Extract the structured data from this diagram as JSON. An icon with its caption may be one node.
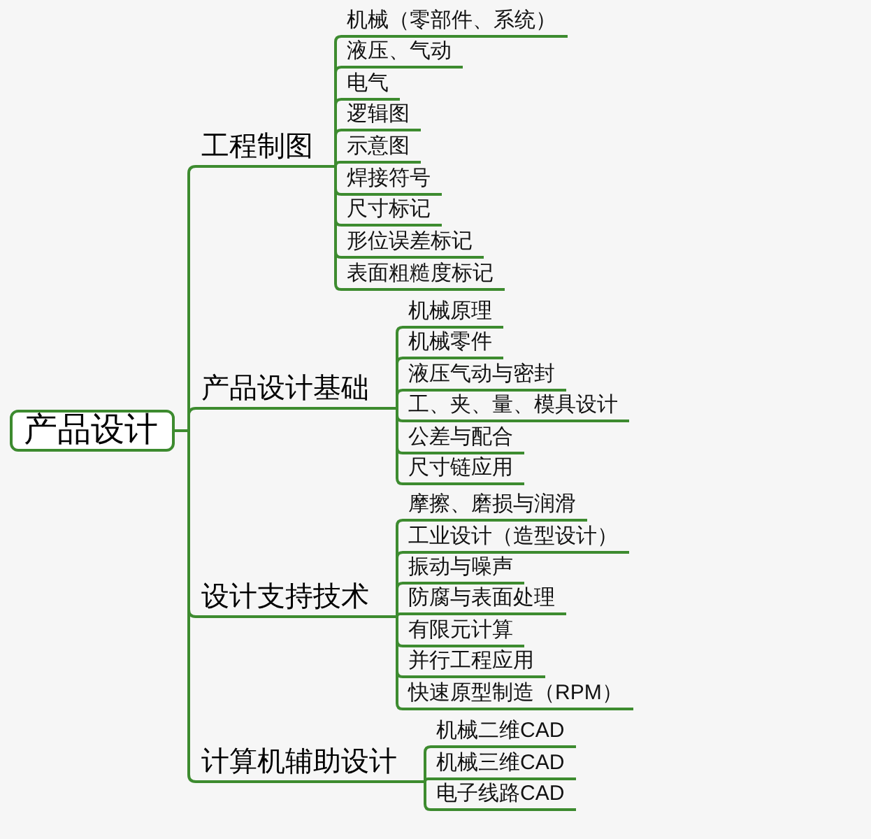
{
  "diagram": {
    "nodes": [
      {
        "text": [
          "产品设计"
        ]
      },
      {
        "text": [
          "工程制图"
        ]
      },
      {
        "text": [
          "机械（零部件、系统）"
        ]
      },
      {
        "text": [
          "液压、气动"
        ]
      },
      {
        "text": [
          "电气"
        ]
      },
      {
        "text": [
          "逻辑图"
        ]
      },
      {
        "text": [
          "示意图"
        ]
      },
      {
        "text": [
          "焊接符号"
        ]
      },
      {
        "text": [
          "尺寸标记"
        ]
      },
      {
        "text": [
          "形位误差标记"
        ]
      },
      {
        "text": [
          "表面粗糙度标记"
        ]
      },
      {
        "text": [
          "产品设计基础"
        ]
      },
      {
        "text": [
          "机械原理"
        ]
      },
      {
        "text": [
          "机械零件"
        ]
      },
      {
        "text": [
          "液压气动与密封"
        ]
      },
      {
        "text": [
          "工、夹、量、模具设计"
        ]
      },
      {
        "text": [
          "公差与配合"
        ]
      },
      {
        "text": [
          "尺寸链应用"
        ]
      },
      {
        "text": [
          "设计支持技术"
        ]
      },
      {
        "text": [
          "摩擦、磨损与润滑"
        ]
      },
      {
        "text": [
          "工业设计（造型设计）"
        ]
      },
      {
        "text": [
          "振动与噪声"
        ]
      },
      {
        "text": [
          "防腐与表面处理"
        ]
      },
      {
        "text": [
          "有限元计算"
        ]
      },
      {
        "text": [
          "并行工程应用"
        ]
      },
      {
        "text": [
          "快速原型制造（RPM）"
        ]
      },
      {
        "text": [
          "计算机辅助设计"
        ]
      },
      {
        "text": [
          "机械二维CAD"
        ]
      },
      {
        "text": [
          "机械三维CAD"
        ]
      },
      {
        "text": [
          "电子线路CAD"
        ]
      }
    ],
    "edges": [
      {
        "from": 0,
        "to": 1,
        "arrow": "none"
      },
      {
        "from": 1,
        "to": 2,
        "arrow": "none"
      },
      {
        "from": 1,
        "to": 3,
        "arrow": "none"
      },
      {
        "from": 1,
        "to": 4,
        "arrow": "none"
      },
      {
        "from": 1,
        "to": 5,
        "arrow": "none"
      },
      {
        "from": 1,
        "to": 6,
        "arrow": "none"
      },
      {
        "from": 1,
        "to": 7,
        "arrow": "none"
      },
      {
        "from": 1,
        "to": 8,
        "arrow": "none"
      },
      {
        "from": 1,
        "to": 9,
        "arrow": "none"
      },
      {
        "from": 1,
        "to": 10,
        "arrow": "none"
      },
      {
        "from": 0,
        "to": 11,
        "arrow": "none"
      },
      {
        "from": 11,
        "to": 12,
        "arrow": "none"
      },
      {
        "from": 11,
        "to": 13,
        "arrow": "none"
      },
      {
        "from": 11,
        "to": 14,
        "arrow": "none"
      },
      {
        "from": 11,
        "to": 15,
        "arrow": "none"
      },
      {
        "from": 11,
        "to": 16,
        "arrow": "none"
      },
      {
        "from": 11,
        "to": 17,
        "arrow": "none"
      },
      {
        "from": 0,
        "to": 18,
        "arrow": "none"
      },
      {
        "from": 18,
        "to": 19,
        "arrow": "none"
      },
      {
        "from": 18,
        "to": 20,
        "arrow": "none"
      },
      {
        "from": 18,
        "to": 21,
        "arrow": "none"
      },
      {
        "from": 18,
        "to": 22,
        "arrow": "none"
      },
      {
        "from": 18,
        "to": 23,
        "arrow": "none"
      },
      {
        "from": 18,
        "to": 24,
        "arrow": "none"
      },
      {
        "from": 18,
        "to": 25,
        "arrow": "none"
      },
      {
        "from": 0,
        "to": 26,
        "arrow": "none"
      },
      {
        "from": 26,
        "to": 27,
        "arrow": "none"
      },
      {
        "from": 26,
        "to": 28,
        "arrow": "none"
      },
      {
        "from": 26,
        "to": 29,
        "arrow": "none"
      }
    ]
  }
}
